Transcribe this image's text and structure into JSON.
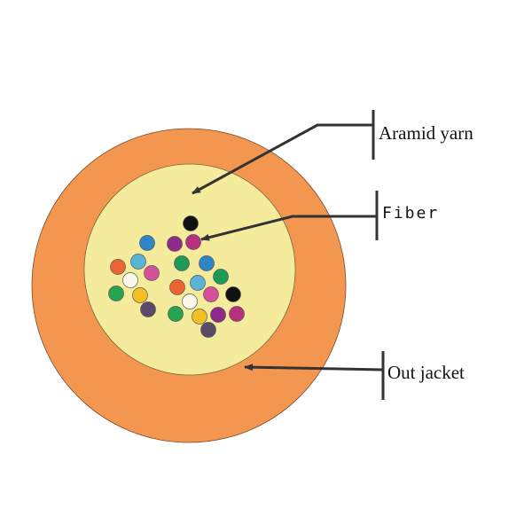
{
  "labels": {
    "aramid_yarn": "Aramid yarn",
    "fiber": "Fiber",
    "out_jacket": "Out jacket"
  },
  "colors": {
    "jacket": "#f3964f",
    "aramid": "#f4ec9c",
    "line": "#333333"
  },
  "fibers": [
    {
      "color": "#111111"
    },
    {
      "color": "#2e86c8"
    },
    {
      "color": "#8f2a8a"
    },
    {
      "color": "#b8307e"
    },
    {
      "color": "#ea6434"
    },
    {
      "color": "#5ab4d8"
    },
    {
      "color": "#d5509a"
    },
    {
      "color": "#1d9a55"
    },
    {
      "color": "#2e86c8"
    },
    {
      "color": "#1d9a55"
    },
    {
      "color": "#fbf8ea"
    },
    {
      "color": "#25a550"
    },
    {
      "color": "#f3c023"
    },
    {
      "color": "#5a4a65"
    },
    {
      "color": "#ea6434"
    },
    {
      "color": "#5ab4d8"
    },
    {
      "color": "#d5509a"
    },
    {
      "color": "#111111"
    },
    {
      "color": "#fbf8ea"
    },
    {
      "color": "#25a550"
    },
    {
      "color": "#f3c023"
    },
    {
      "color": "#8f2a8a"
    },
    {
      "color": "#b8307e"
    },
    {
      "color": "#5a4a65"
    }
  ]
}
